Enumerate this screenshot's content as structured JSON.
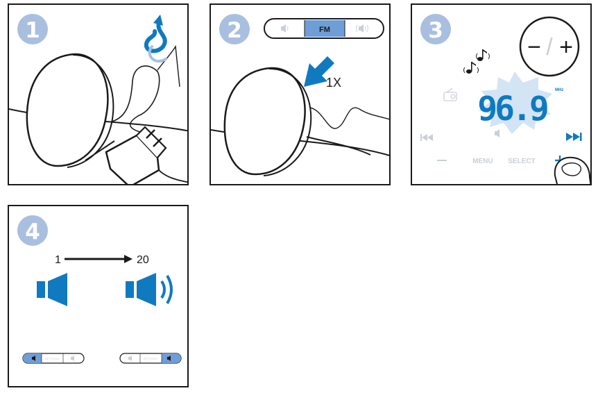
{
  "steps": [
    {
      "number": "1"
    },
    {
      "number": "2",
      "switch": {
        "center_label": "FM"
      },
      "press_count": "1X"
    },
    {
      "number": "3",
      "frequency": "96.9",
      "unit": "MHz",
      "menu_label": "MENU",
      "select_label": "SELECT",
      "minus_plus": [
        "−",
        "/",
        "+"
      ]
    },
    {
      "number": "4",
      "volume_min": "1",
      "volume_max": "20",
      "small_switch_center": "SETTINGS"
    }
  ],
  "colors": {
    "step_badge": "#a9bfe0",
    "accent_blue": "#0f7ac0",
    "switch_highlight": "#6f9ed6",
    "lcd_glow": "#d3e4f5",
    "faded_gray": "#c9cfd6"
  },
  "icons": [
    "speaker-icon",
    "plug-adapter-icon",
    "finger-press-icon",
    "music-note-icon",
    "radio-icon",
    "previous-track-icon",
    "next-track-icon"
  ]
}
